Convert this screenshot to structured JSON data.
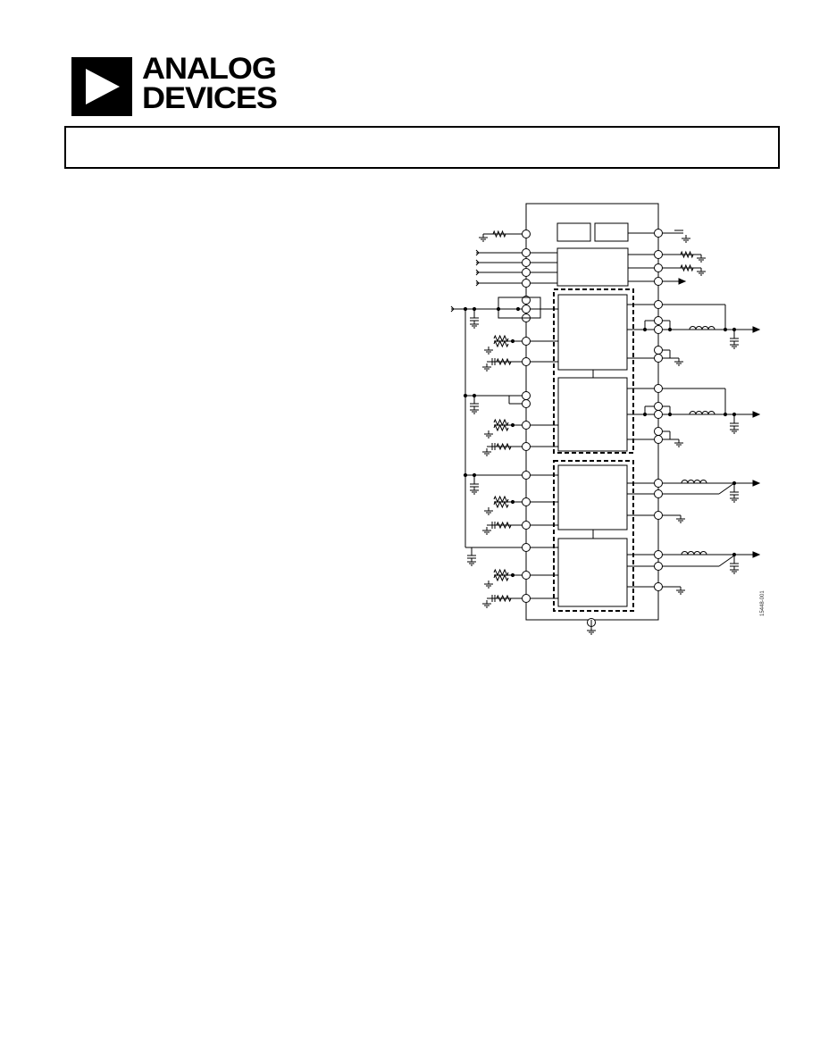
{
  "header": {
    "logo_line1": "ANALOG",
    "logo_line2": "DEVICES",
    "title": ""
  },
  "figure": {
    "id_label": "15448-001"
  },
  "colors": {
    "ink": "#000000",
    "background": "#ffffff"
  }
}
